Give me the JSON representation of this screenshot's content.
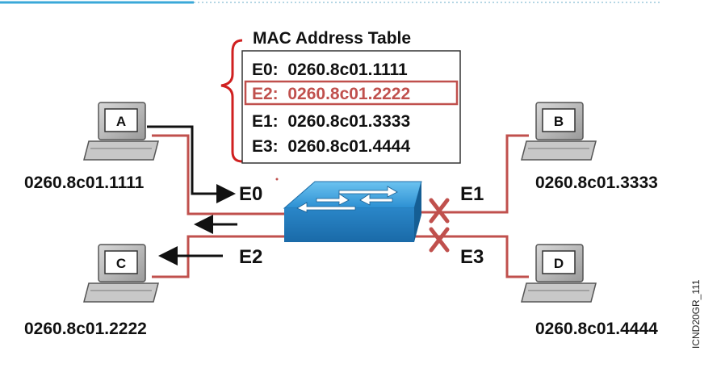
{
  "mac_table": {
    "title": "MAC Address Table",
    "entries": [
      {
        "text": "E0:  0260.8c01.1111",
        "highlight": false
      },
      {
        "text": "E2:  0260.8c01.2222",
        "highlight": true
      },
      {
        "text": "E1:  0260.8c01.3333",
        "highlight": false
      },
      {
        "text": "E3:  0260.8c01.4444",
        "highlight": false
      }
    ]
  },
  "hosts": {
    "a": {
      "label": "A",
      "address": "0260.8c01.1111",
      "port": "E0"
    },
    "b": {
      "label": "B",
      "address": "0260.8c01.3333",
      "port": "E1"
    },
    "c": {
      "label": "C",
      "address": "0260.8c01.2222",
      "port": "E2"
    },
    "d": {
      "label": "D",
      "address": "0260.8c01.4444",
      "port": "E3"
    }
  },
  "figure_code": "ICND20GR_111",
  "colors": {
    "link": "#c0504d",
    "brace": "#d02020",
    "highlight": "#c0504d",
    "switch": "#2f8fd0",
    "blocked": "#c0504d",
    "top_bar": "#3aa8d8"
  }
}
